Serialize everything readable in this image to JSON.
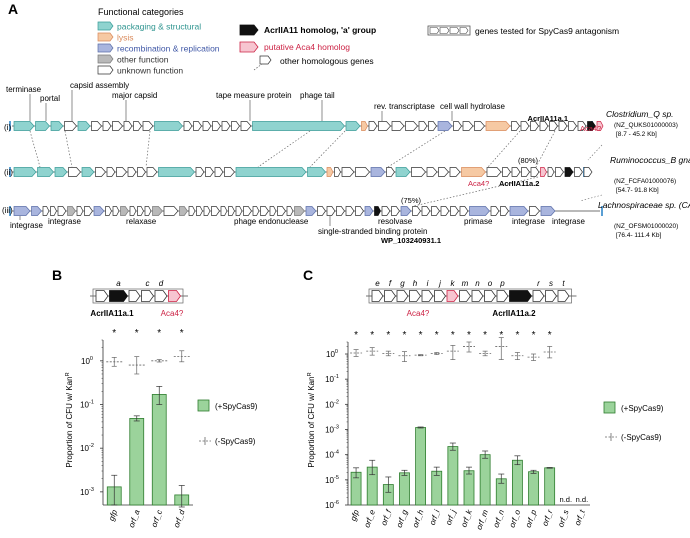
{
  "panel_a": {
    "letter": "A",
    "legend_title": "Functional categories",
    "legend": [
      {
        "label": "packaging & structural",
        "color": "#8fd3cf",
        "edge": "#3a9c98"
      },
      {
        "label": "lysis",
        "color": "#f6c9a3",
        "edge": "#d9895a"
      },
      {
        "label": "recombination & replication",
        "color": "#a9b5de",
        "edge": "#5b6ea8"
      },
      {
        "label": "other function",
        "color": "#b9b9b9",
        "edge": "#7a7a7a"
      },
      {
        "label": "unknown function",
        "color": "#ffffff",
        "edge": "#333333"
      }
    ],
    "legend_mid": [
      {
        "label": "AcrIIA11 homolog, 'a' group",
        "bold": true,
        "color": "#111111"
      },
      {
        "label": "putative Aca4 homolog",
        "color": "#cc2244"
      },
      {
        "label": "other homologous genes",
        "color": "#333333"
      }
    ],
    "legend_right": "genes tested for SpyCas9 antagonism",
    "gene_labels_i": [
      "terminase",
      "portal",
      "capsid assembly",
      "major capsid",
      "tape measure protein",
      "phage tail",
      "rev. transcriptase",
      "cell wall hydrolase"
    ],
    "gene_labels_iii": [
      "integrase",
      "integrase",
      "relaxase",
      "phage endonuclease",
      "single-stranded binding protein",
      "resolvase",
      "primase",
      "integrase",
      "integrase"
    ],
    "rows": [
      {
        "numeral": "(i)",
        "organism": "Clostridium_Q sp.",
        "accession": "(NZ_QUKS01000003)",
        "range": "[8.7 - 45.2 Kb]",
        "acr": "AcrIIA11a.1",
        "aca": "Aca4?"
      },
      {
        "numeral": "(ii)",
        "organism": "Ruminococcus_B gnavus",
        "accession": "(NZ_FCFA01000076)",
        "range": "[54.7- 91.8 Kb]",
        "acr": "AcrIIA11a.2",
        "aca": "Aca4?",
        "identity": "(80%)"
      },
      {
        "numeral": "(iii)",
        "organism": "Lachnospiraceae sp. (CAG-65)",
        "accession": "(NZ_OFSM01000020)",
        "range": "[76.4- 111.4 Kb]",
        "acr": "WP_103240931.1",
        "identity": "(75%)"
      }
    ]
  },
  "panel_b": {
    "letter": "B",
    "orf_letters": [
      "a",
      "c",
      "d"
    ],
    "acr_label": "AcrIIA11a.1",
    "aca_label": "Aca4?",
    "ylabel": "Proportion of CFU w/ Kan",
    "ylabel_sup": "R",
    "legend_plus": "(+SpyCas9)",
    "legend_minus": "(-SpyCas9)",
    "star": "*"
  },
  "panel_c": {
    "letter": "C",
    "orf_letters": [
      "e",
      "f",
      "g",
      "h",
      "i",
      "j",
      "k",
      "m",
      "n",
      "o",
      "p",
      "r",
      "s",
      "t"
    ],
    "acr_label": "AcrIIA11a.2",
    "aca_label": "Aca4?",
    "ylabel": "Proportion of CFU w/ Kan",
    "ylabel_sup": "R",
    "legend_plus": "(+SpyCas9)",
    "legend_minus": "(-SpyCas9)",
    "star": "*",
    "nd": "n.d."
  },
  "chart_data": [
    {
      "type": "bar",
      "panel": "B",
      "categories": [
        "gfp",
        "orf_a",
        "orf_c",
        "orf_d"
      ],
      "ylabel": "Proportion of CFU w/ KanR",
      "yscale": "log",
      "ylim": [
        0.0005,
        3
      ],
      "yticks": [
        "10^-3",
        "10^-2",
        "10^-1",
        "10^0"
      ],
      "series": [
        {
          "name": "(+SpyCas9)",
          "values": [
            0.0013,
            0.048,
            0.17,
            0.00085
          ],
          "err_low": [
            0.0005,
            0.042,
            0.1,
            0.00045
          ],
          "err_high": [
            0.0024,
            0.055,
            0.26,
            0.0014
          ]
        },
        {
          "name": "(-SpyCas9)",
          "values": [
            0.95,
            0.8,
            1.0,
            1.25
          ],
          "err_low": [
            0.75,
            0.5,
            0.94,
            0.95
          ],
          "err_high": [
            1.2,
            1.25,
            1.07,
            1.7
          ]
        }
      ],
      "significance": [
        "*",
        "*",
        "*",
        "*"
      ]
    },
    {
      "type": "bar",
      "panel": "C",
      "categories": [
        "gfp",
        "orf_e",
        "orf_f",
        "orf_g",
        "orf_h",
        "orf_i",
        "orf_j",
        "orf_k",
        "orf_m",
        "orf_n",
        "orf_o",
        "orf_p",
        "orf_r",
        "orf_s",
        "orf_t"
      ],
      "ylabel": "Proportion of CFU w/ KanR",
      "yscale": "log",
      "ylim": [
        1e-06,
        3
      ],
      "yticks": [
        "10^-6",
        "10^-5",
        "10^-4",
        "10^-3",
        "10^-2",
        "10^-1",
        "10^0"
      ],
      "series": [
        {
          "name": "(+SpyCas9)",
          "values": [
            2e-05,
            3.2e-05,
            6.5e-06,
            1.9e-05,
            0.0012,
            2.2e-05,
            0.00021,
            2.3e-05,
            0.0001,
            1.1e-05,
            6e-05,
            2.1e-05,
            3e-05,
            null,
            null
          ],
          "err_low": [
            1.2e-05,
            1.6e-05,
            3.2e-06,
            1.5e-05,
            0.00115,
            1.5e-05,
            0.00015,
            1.7e-05,
            7.2e-05,
            7.3e-06,
            4e-05,
            1.8e-05,
            2.9e-05,
            null,
            null
          ],
          "err_high": [
            3e-05,
            6e-05,
            1.3e-05,
            2.4e-05,
            0.00126,
            3.2e-05,
            0.00029,
            3.2e-05,
            0.00014,
            1.7e-05,
            9e-05,
            2.4e-05,
            3.1e-05,
            null,
            null
          ]
        },
        {
          "name": "(-SpyCas9)",
          "values": [
            1.1,
            1.3,
            1.05,
            0.85,
            0.9,
            1.05,
            1.3,
            2.0,
            1.05,
            2.0,
            0.85,
            0.75,
            1.2,
            null,
            null
          ],
          "err_low": [
            0.8,
            0.9,
            0.85,
            0.5,
            0.85,
            0.95,
            0.6,
            1.2,
            0.85,
            0.6,
            0.6,
            0.55,
            0.7,
            null,
            null
          ],
          "err_high": [
            1.5,
            1.8,
            1.3,
            1.25,
            0.95,
            1.15,
            2.2,
            3.0,
            1.3,
            4.5,
            1.15,
            1.0,
            2.0,
            null,
            null
          ]
        }
      ],
      "significance": [
        "*",
        "*",
        "*",
        "*",
        "*",
        "*",
        "*",
        "*",
        "*",
        "*",
        "*",
        "*",
        "*",
        "n.d.",
        "n.d."
      ]
    }
  ]
}
